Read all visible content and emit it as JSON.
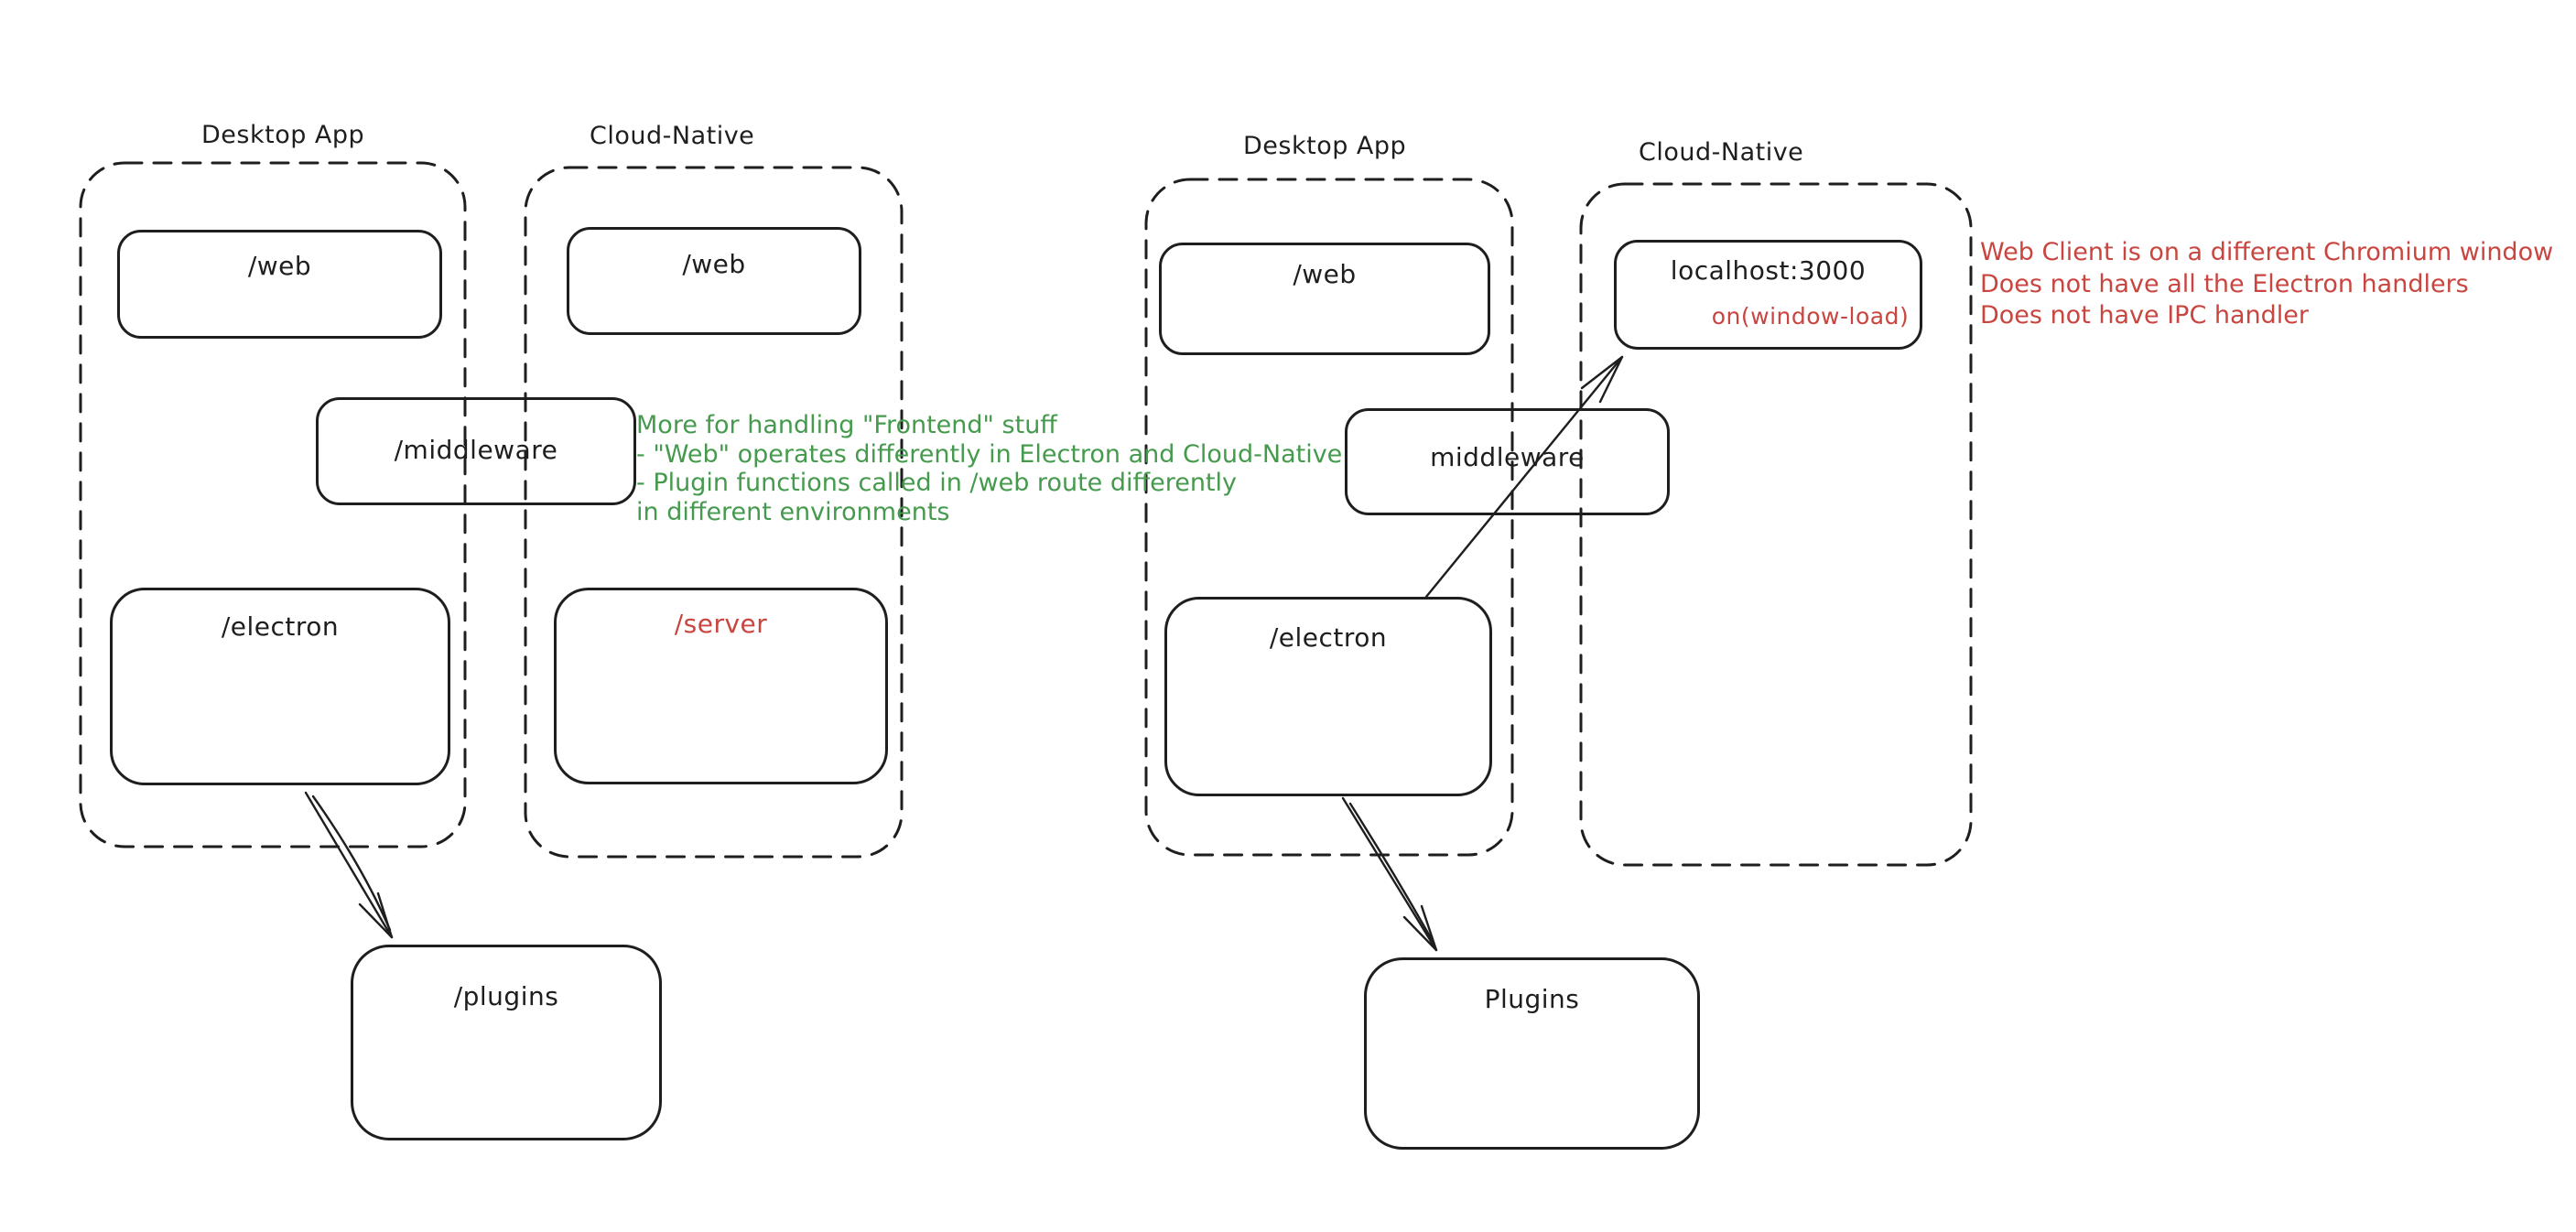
{
  "colors": {
    "stroke": "#1e1e1e",
    "green": "#459a4d",
    "red": "#c84540",
    "bg": "#ffffff"
  },
  "left": {
    "desktop": {
      "title": "Desktop App",
      "web": "/web",
      "electron": "/electron"
    },
    "cloud": {
      "title": "Cloud-Native",
      "web": "/web",
      "server": "/server"
    },
    "middleware": "/middleware",
    "plugins": "/plugins",
    "note": {
      "line1": "More for handling \"Frontend\" stuff",
      "line2": "- \"Web\" operates differently in Electron and Cloud-Native",
      "line3": "- Plugin functions called in /web route differently",
      "line4": "in different environments"
    }
  },
  "right": {
    "desktop": {
      "title": "Desktop App",
      "web": "/web",
      "electron": "/electron"
    },
    "cloud": {
      "title": "Cloud-Native",
      "localhost_title": "localhost:3000",
      "localhost_event": "on(window-load)"
    },
    "middleware": "middleware",
    "plugins": "Plugins",
    "note": {
      "line1": "Web Client is on a different Chromium window",
      "line2": "Does not have all the Electron handlers",
      "line3": "Does not have IPC handler"
    }
  }
}
